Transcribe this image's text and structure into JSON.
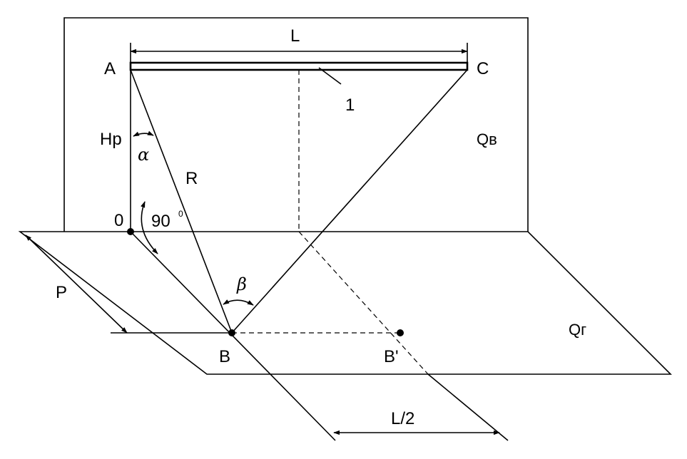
{
  "labels": {
    "A": "A",
    "C": "C",
    "L": "L",
    "one": "1",
    "Hp": "Hp",
    "alpha": "α",
    "R": "R",
    "Qv": "Qв",
    "zero": "0",
    "ninety": "90",
    "ninety_sup": "0",
    "beta": "β",
    "P": "P",
    "B": "B",
    "B_prime": "B'",
    "Qg": "Qг",
    "L_half": "L/2"
  }
}
